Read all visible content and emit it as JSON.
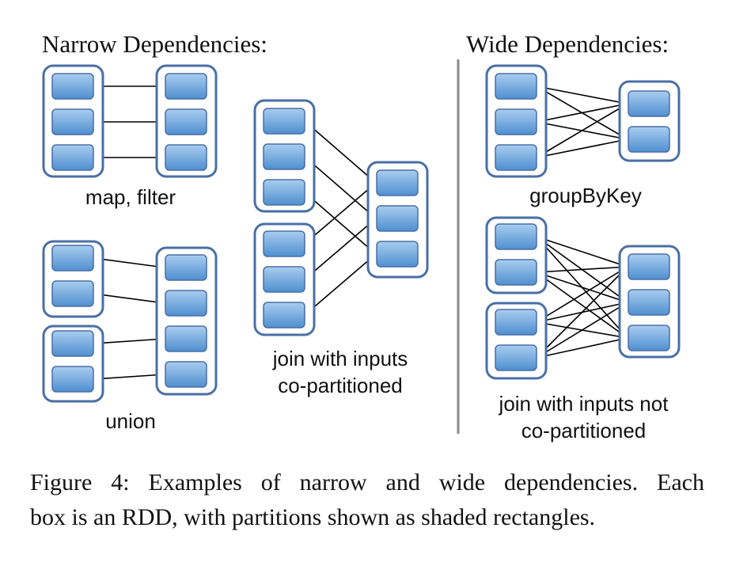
{
  "narrow_heading": "Narrow Dependencies:",
  "wide_heading": "Wide Dependencies:",
  "examples": {
    "map_filter": "map, filter",
    "union": "union",
    "join_copart_line1": "join with inputs",
    "join_copart_line2": "co-partitioned",
    "group_by_key": "groupByKey",
    "join_not_copart_line1": "join with inputs not",
    "join_not_copart_line2": "co-partitioned"
  },
  "caption": {
    "line1": "Figure 4: Examples of narrow and wide dependencies. Each",
    "line2": "box is an RDD, with partitions shown as shaded rectangles."
  },
  "colors": {
    "rdd_border": "#4a6fa5",
    "partition_fill": "#5b9bd5",
    "partition_light": "#9cc3ea",
    "divider": "#888888",
    "arrow": "#000000"
  }
}
